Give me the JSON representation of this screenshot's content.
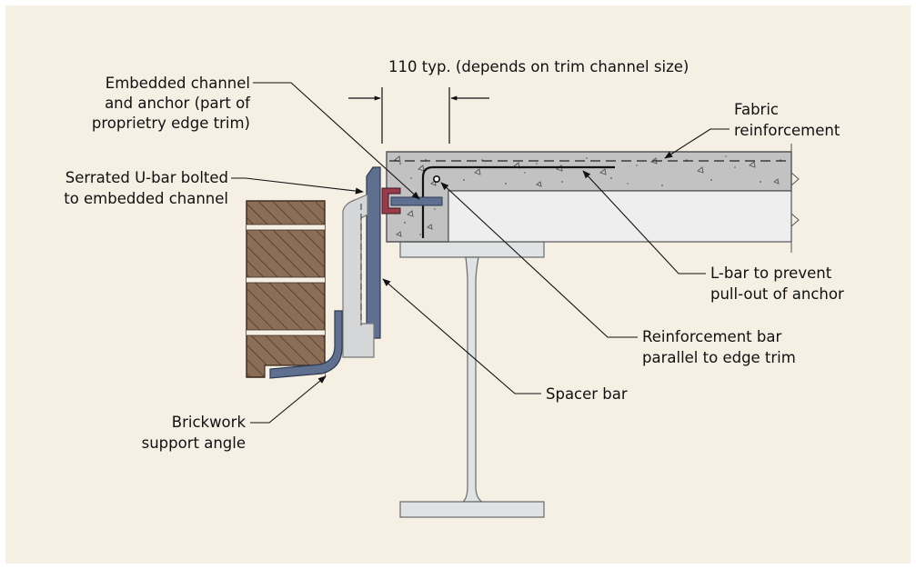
{
  "labels": {
    "dimension": "110 typ. (depends on trim channel size)",
    "embedded_channel": [
      "Embedded channel",
      "and anchor (part of",
      "proprietry edge trim)"
    ],
    "serrated_ubar": [
      "Serrated U-bar bolted",
      "to embedded channel"
    ],
    "brickwork_angle": [
      "Brickwork",
      "support angle"
    ],
    "spacer_bar": "Spacer bar",
    "fabric": [
      "Fabric",
      "reinforcement"
    ],
    "lbar": [
      "L-bar to prevent",
      "pull-out of anchor"
    ],
    "rebar": [
      "Reinforcement bar",
      "parallel to edge trim"
    ]
  },
  "colors": {
    "background": "#f5efe4",
    "concrete": "#c2c2c2",
    "steel": "#dfe3e4",
    "trim_blue": "#5f6f8f",
    "brick": "#8c6d55",
    "channel_red": "#9a3b4b",
    "ink": "#111111"
  }
}
